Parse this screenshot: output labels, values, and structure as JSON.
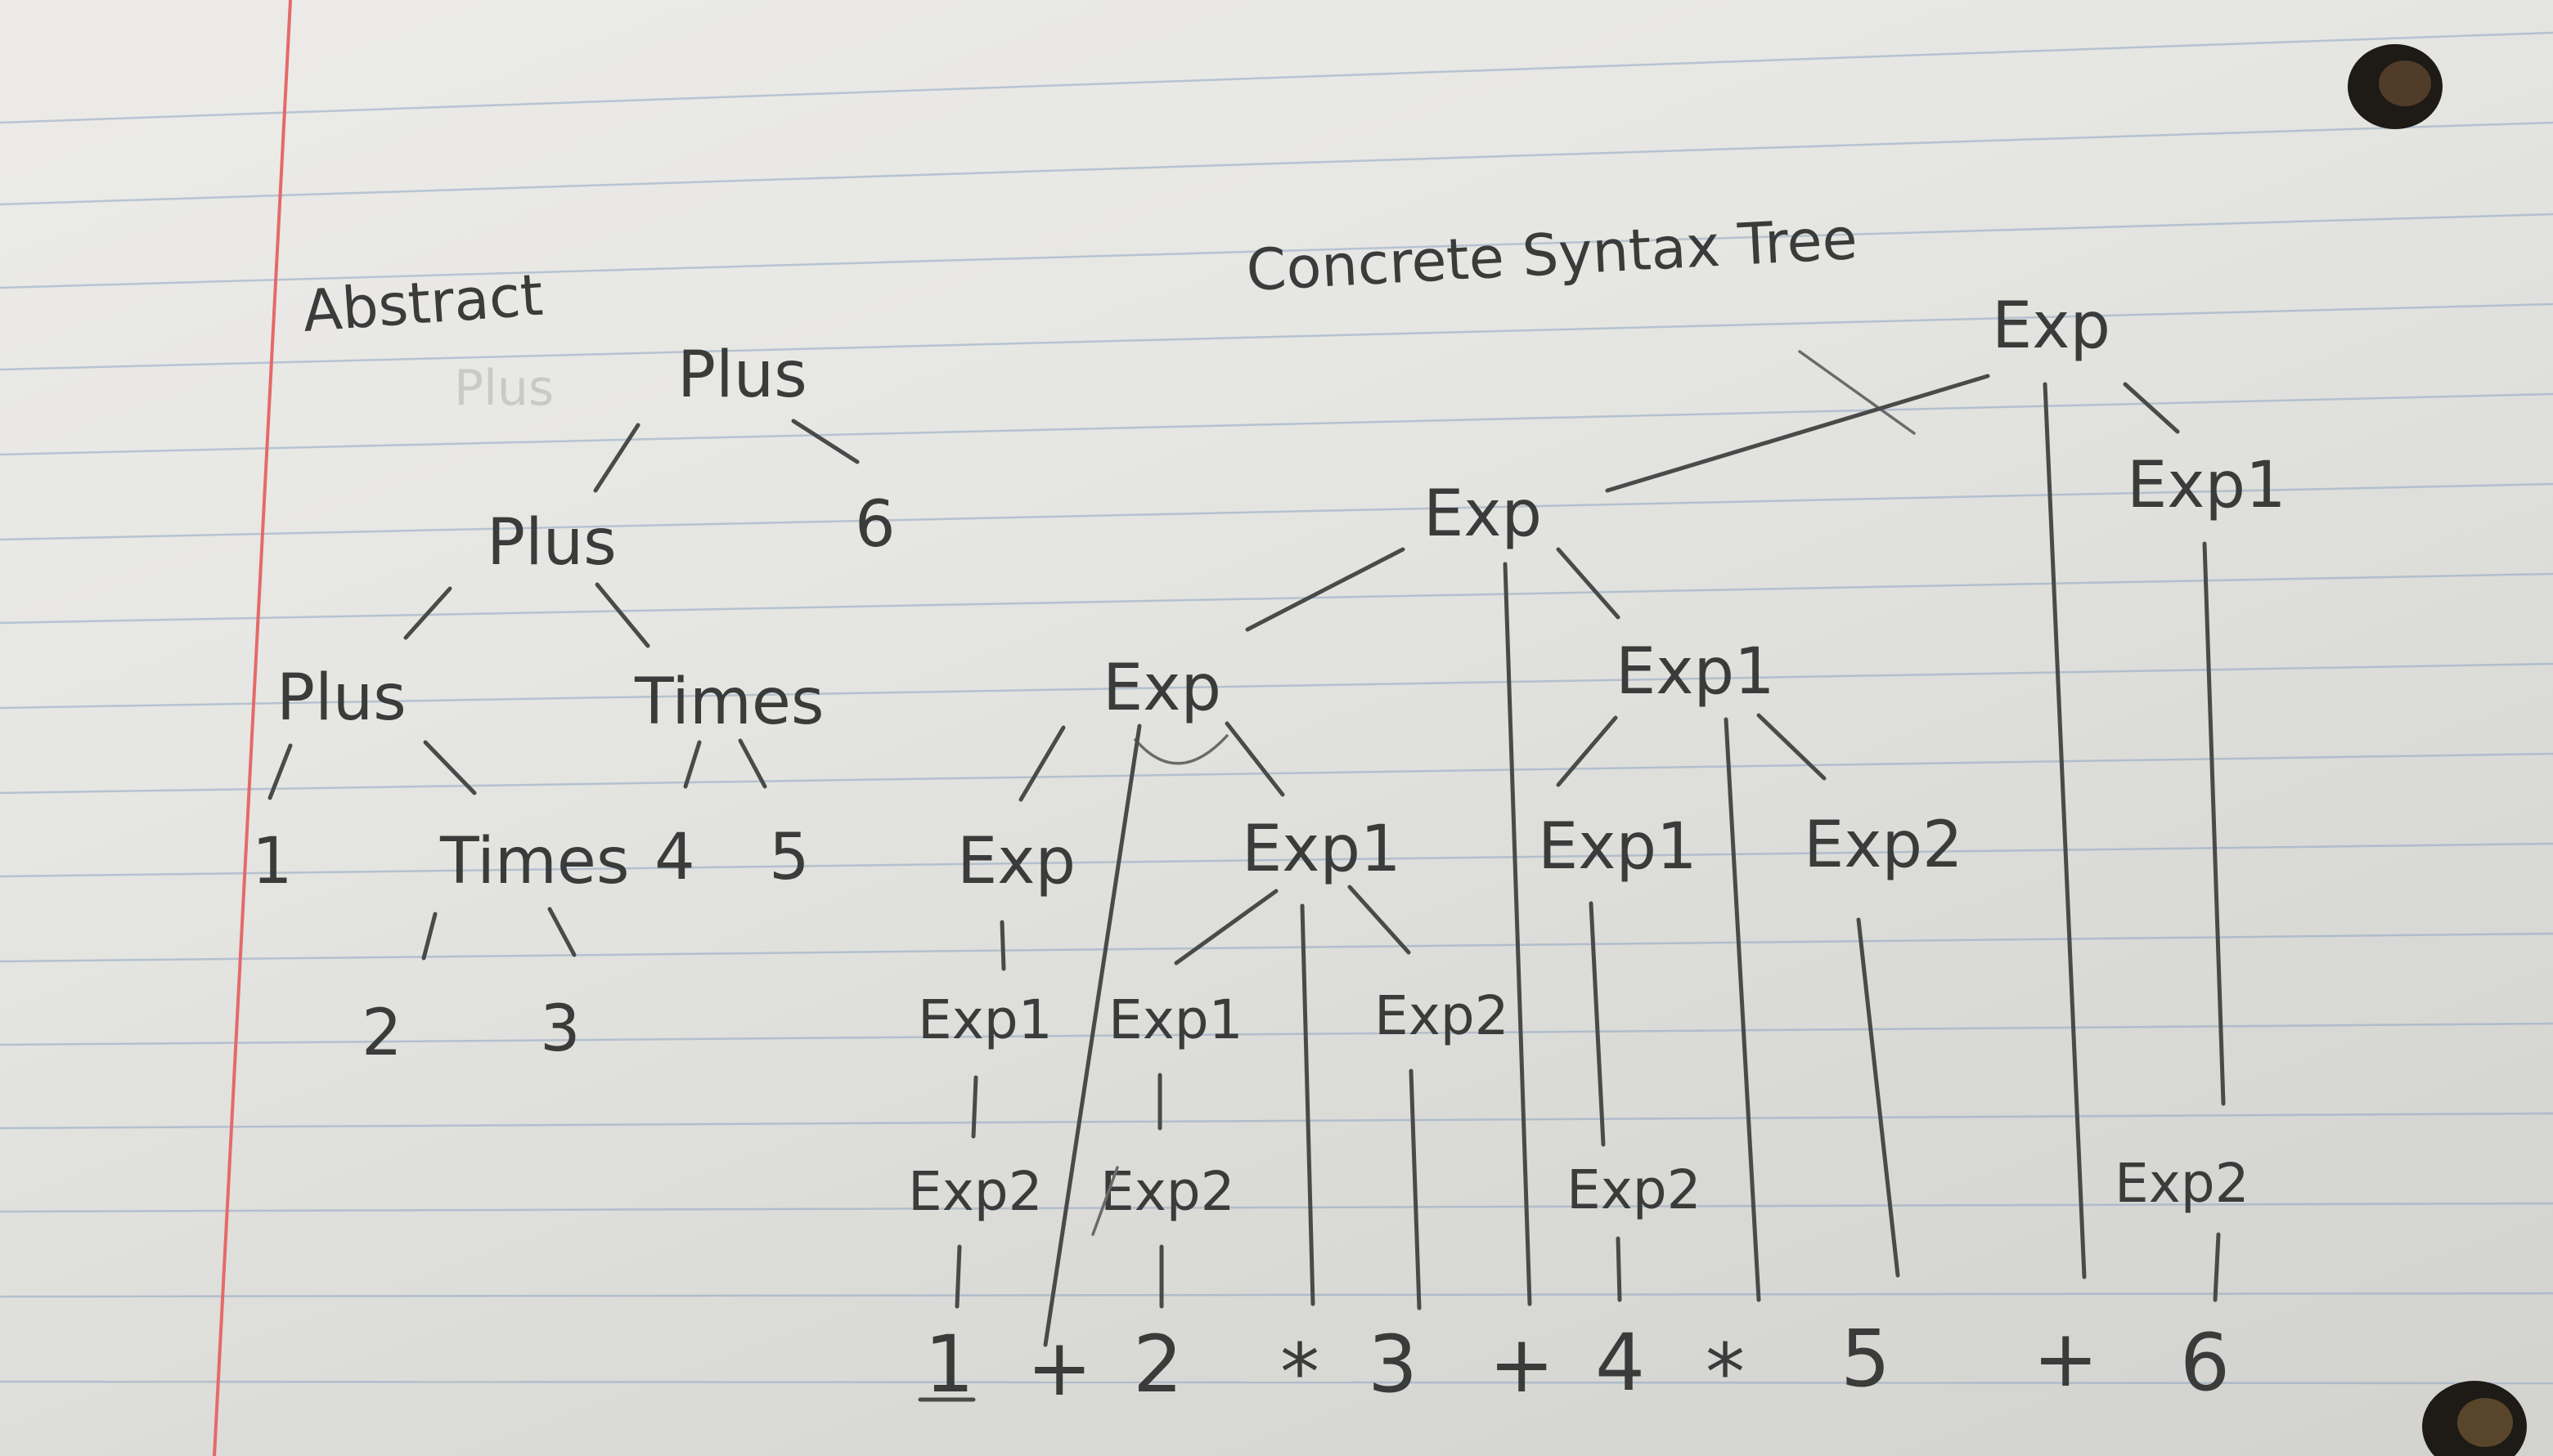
{
  "abstract": {
    "title": "Abstract",
    "ghost_label": "Plus",
    "nodes": {
      "root_plus": "Plus",
      "six": "6",
      "mid_plus": "Plus",
      "low_plus": "Plus",
      "times_right": "Times",
      "one": "1",
      "times_low": "Times",
      "four": "4",
      "five": "5",
      "two": "2",
      "three": "3"
    }
  },
  "concrete": {
    "title": "Concrete Syntax Tree",
    "nodes": {
      "root_exp": "Exp",
      "root_exp1": "Exp1",
      "mid_exp": "Exp",
      "left_exp": "Exp",
      "mid_exp1": "Exp1",
      "exp_leftmost": "Exp",
      "exp1_a": "Exp1",
      "exp1_b": "Exp1",
      "exp2_c": "Exp2",
      "exp1_d": "Exp1",
      "exp2_e": "Exp2",
      "exp1_f": "Exp1",
      "exp2_g": "Exp2",
      "exp2_h": "Exp2",
      "exp2_i": "Exp2",
      "exp2_j": "Exp2"
    },
    "tokens": [
      "1",
      "+",
      "2",
      "*",
      "3",
      "+",
      "4",
      "*",
      "5",
      "+",
      "6"
    ]
  }
}
